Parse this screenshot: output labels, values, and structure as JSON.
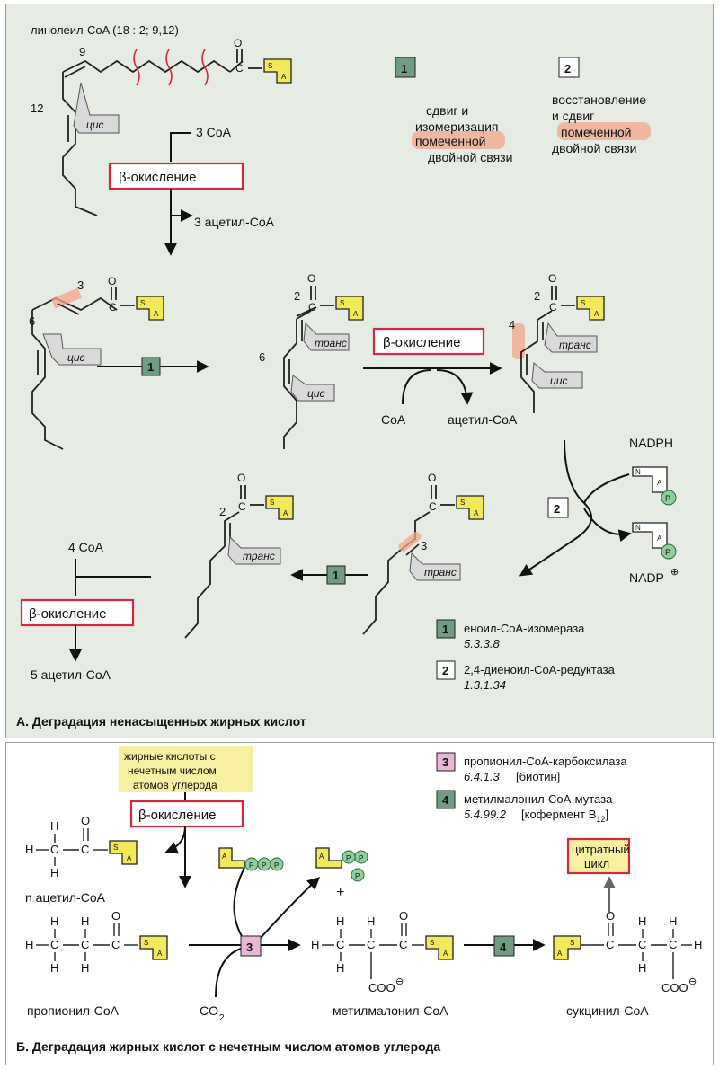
{
  "panelA": {
    "caption": "А. Деградация ненасыщенных жирных кислот",
    "linoleoyl": "линолеил-CoA (18 : 2; 9,12)",
    "num9": "9",
    "num12": "12",
    "num3": "3",
    "num6": "6",
    "num6b": "6",
    "num2a": "2",
    "num2b": "2",
    "num4": "4",
    "num2c": "2",
    "num3b": "3",
    "cis": "цис",
    "trans": "транс",
    "coa3": "3 CoA",
    "acetyl3": "3 ацетил-CoA",
    "coa": "CoA",
    "acetyl": "ацетил-CoA",
    "coa4": "4 CoA",
    "acetyl5": "5 ацетил-CoA",
    "beta": "β-окисление",
    "step1_desc": [
      "сдвиг и",
      "изомеризация",
      "помеченной",
      "двойной связи"
    ],
    "step2_desc": [
      "восстановление",
      "и сдвиг",
      "помеченной",
      "двойной связи"
    ],
    "nadph": "NADPH",
    "nadp": "NADP",
    "nadp_sup": "⊕",
    "enzyme1_name": "еноил-CoA-изомераза",
    "enzyme1_ec": "5.3.3.8",
    "enzyme2_name": "2,4-диеноил-CoA-редуктаза",
    "enzyme2_ec": "1.3.1.34",
    "badge1": "1",
    "badge2": "2"
  },
  "panelB": {
    "caption": "Б. Деградация  жирных кислот с нечетным числом атомов углерода",
    "odd_box": [
      "жирные кислоты с",
      "нечетным числом",
      "атомов углерода"
    ],
    "beta": "β-окисление",
    "n_acetyl": "n ацетил-CoA",
    "propionyl": "пропионил-CoA",
    "co2": "CO",
    "co2_sub": "2",
    "methylmalonyl": "метилмалонил-CoA",
    "succinyl": "сукцинил-CoA",
    "citrate_cycle": [
      "цитратный",
      "цикл"
    ],
    "enzyme3_name": "пропионил-CoA-карбоксилаза",
    "enzyme3_ec": "6.4.1.3",
    "enzyme3_cof": "[биотин]",
    "enzyme4_name": "метилмалонил-CoA-мутаза",
    "enzyme4_ec": "5.4.99.2",
    "enzyme4_cof": "[кофермент B",
    "enzyme4_cof_sub": "12",
    "enzyme4_cof_end": "]",
    "badge3": "3",
    "badge4": "4",
    "plus": "+",
    "coo": "COO",
    "atom_H": "H",
    "atom_C": "C",
    "atom_O": "O",
    "atom_P": "P",
    "atom_A": "A",
    "atom_S": "S",
    "atom_N": "N",
    "minus": "⊖"
  },
  "colors": {
    "panelA_bg": "#e6ebe3",
    "coa_yellow": "#f2e85a",
    "beta_border": "#d8263c",
    "enzyme_green": "#6f9c83",
    "enzyme_pink": "#e7b7d8",
    "highlight": "#f2a58a",
    "phosphate_green": "#8fcf9f"
  },
  "icons": {
    "coa": "coenzyme-a-tag-icon",
    "atp": "atp-icon",
    "adp": "adp-pi-icon",
    "nadph": "nadph-icon",
    "nadp": "nadp-icon"
  }
}
